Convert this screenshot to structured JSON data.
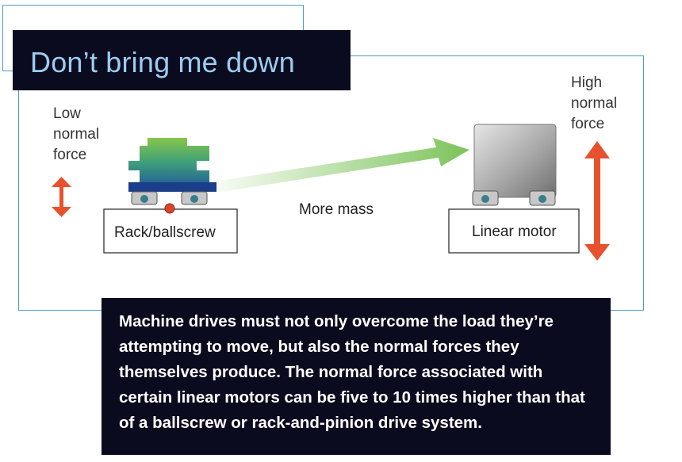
{
  "title": "Don’t bring me down",
  "labels": {
    "low_force": [
      "Low",
      "normal",
      "force"
    ],
    "high_force": [
      "High",
      "normal",
      "force"
    ],
    "more_mass": "More mass",
    "rack": "Rack/ballscrew",
    "linear": "Linear motor"
  },
  "caption": "Machine drives must not only overcome the load they’re attempting to move, but also the normal forces they themselves produce. The normal force associated with certain linear motors can be five to 10 times higher than that of a ballscrew or rack-and-pinion drive system.",
  "colors": {
    "frame": "#4a9cc9",
    "title_bg": "#0b0b1f",
    "title_text": "#9ccdf0",
    "arrow_red": "#e8512e",
    "arrow_green": "#7cc35a"
  }
}
